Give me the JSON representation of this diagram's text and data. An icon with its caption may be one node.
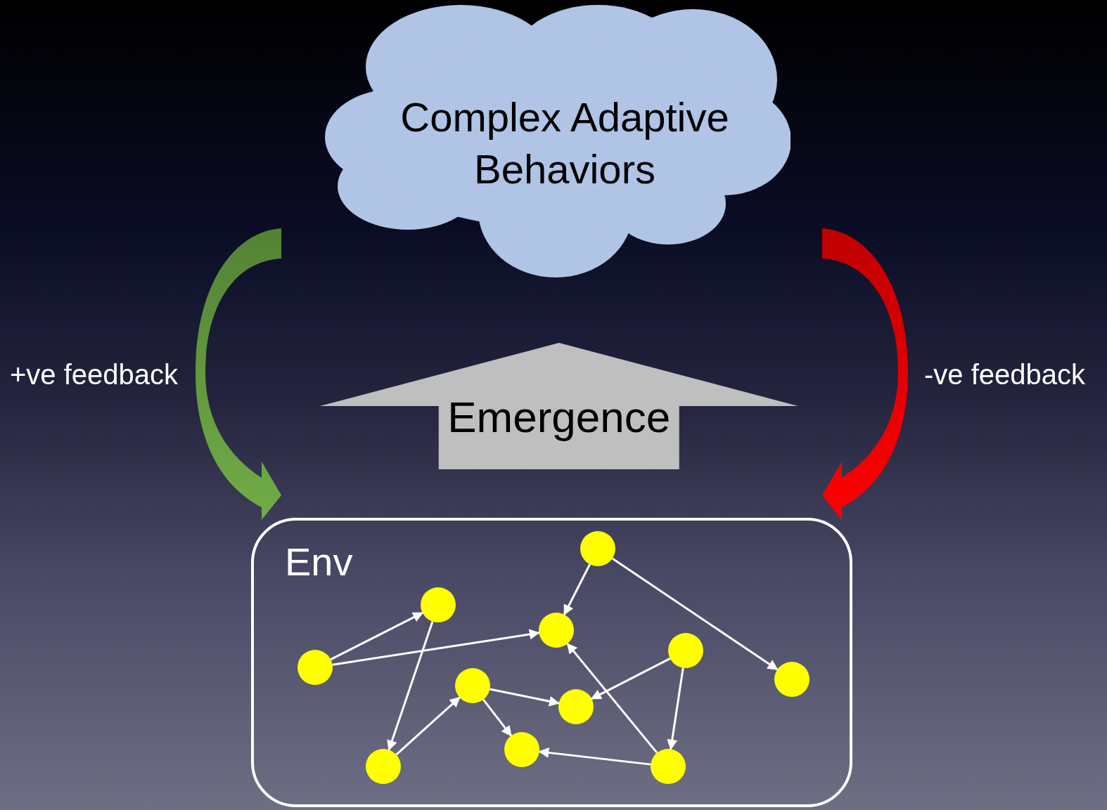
{
  "diagram": {
    "nodes": [
      {
        "text": [
          "Complex Adaptive Behaviors"
        ]
      },
      {
        "text": [
          "Env"
        ]
      },
      {
        "text": [],
        "shape": "circle",
        "in": 1
      },
      {
        "text": [],
        "shape": "circle",
        "in": 1
      },
      {
        "text": [],
        "shape": "circle",
        "in": 1
      },
      {
        "text": [],
        "shape": "circle",
        "in": 1
      },
      {
        "text": [],
        "shape": "circle",
        "in": 1
      },
      {
        "text": [],
        "shape": "circle",
        "in": 1
      },
      {
        "text": [],
        "shape": "circle",
        "in": 1
      },
      {
        "text": [],
        "shape": "circle",
        "in": 1
      },
      {
        "text": [],
        "shape": "circle",
        "in": 1
      },
      {
        "text": [],
        "shape": "circle",
        "in": 1
      },
      {
        "text": [],
        "shape": "circle",
        "in": 1
      }
    ],
    "edges": [
      {
        "from": 0,
        "to": 1,
        "arrow": "to",
        "label": "+ve feedback",
        "style": "thick",
        "color": "#70ad47"
      },
      {
        "from": 0,
        "to": 1,
        "arrow": "to",
        "label": "-ve feedback",
        "style": "thick",
        "color": "#ff0000"
      },
      {
        "from": 1,
        "to": 0,
        "arrow": "to",
        "label": "Emergence",
        "style": "thick",
        "color": "#bfbfbf"
      },
      {
        "from": 6,
        "to": 3,
        "arrow": "to"
      },
      {
        "from": 6,
        "to": 4,
        "arrow": "to"
      },
      {
        "from": 2,
        "to": 4,
        "arrow": "to"
      },
      {
        "from": 2,
        "to": 7,
        "arrow": "to"
      },
      {
        "from": 3,
        "to": 11,
        "arrow": "to"
      },
      {
        "from": 11,
        "to": 8,
        "arrow": "to"
      },
      {
        "from": 8,
        "to": 9,
        "arrow": "to"
      },
      {
        "from": 8,
        "to": 10,
        "arrow": "to"
      },
      {
        "from": 5,
        "to": 9,
        "arrow": "to"
      },
      {
        "from": 5,
        "to": 12,
        "arrow": "to"
      },
      {
        "from": 12,
        "to": 10,
        "arrow": "to"
      },
      {
        "from": 12,
        "to": 4,
        "arrow": "to"
      }
    ]
  }
}
